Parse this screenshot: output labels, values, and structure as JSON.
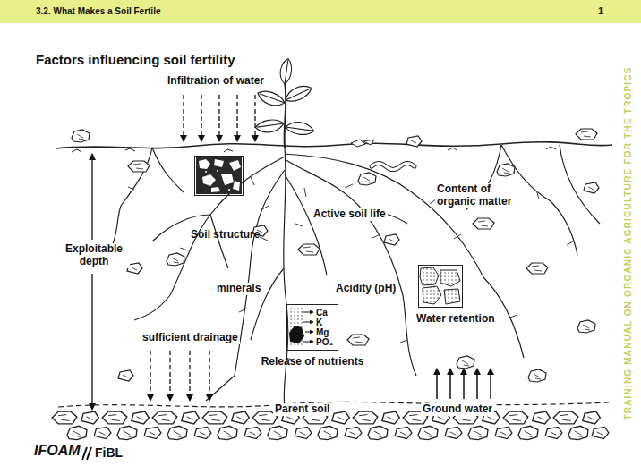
{
  "diagram": {
    "title": "Factors influencing soil fertility",
    "nodes": [
      {
        "text": [
          "3.2. What Makes a Soil Fertile",
          "1"
        ]
      },
      {
        "text": [
          "Soil structure"
        ]
      },
      {
        "text": [
          "Water retention"
        ]
      },
      {
        "text": [
          "Release of nutrients",
          "Ca",
          "K",
          "Mg",
          "PO₄"
        ]
      }
    ],
    "labels": [
      "Infiltration of water",
      "Content of organic matter",
      "Active soil life",
      "Exploitable depth",
      "minerals",
      "Acidity (pH)",
      "sufficient drainage",
      "Parent soil",
      "Ground water",
      "IFOAM",
      "FiBL",
      "TRAINING MANUAL ON ORGANIC AGRICULTURE FOR THE TROPICS"
    ]
  }
}
